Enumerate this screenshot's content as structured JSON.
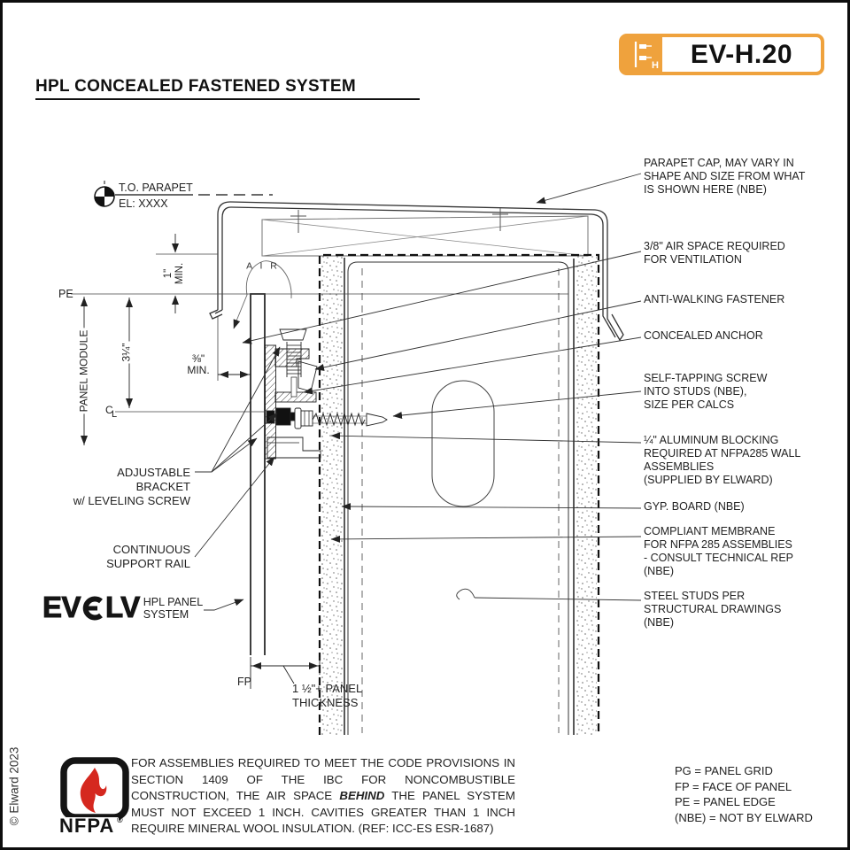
{
  "badge": {
    "code": "EV-H.20",
    "icon_letter": "H"
  },
  "title": "HPL CONCEALED FASTENED SYSTEM",
  "copyright": "© Elward 2023",
  "drawing": {
    "datum": {
      "line1": "T.O. PARAPET",
      "line2": "EL: XXXX"
    },
    "labels": {
      "air": "A I R",
      "pe": "PE",
      "fp": "FP",
      "panel_module": "PANEL MODULE",
      "dim_3quarter": "3¼\"",
      "dim_1min_l1": "1\"",
      "dim_1min_l2": "MIN.",
      "dim_38_l1": "⅜\"",
      "dim_38_l2": "MIN.",
      "centerline_c": "C",
      "centerline_l": "L",
      "thickness_l1": "1 ½\"+ PANEL",
      "thickness_l2": "THICKNESS"
    },
    "left_callouts": {
      "bracket_l1": "ADJUSTABLE BRACKET",
      "bracket_l2": "w/ LEVELING SCREW",
      "rail_l1": "CONTINUOUS",
      "rail_l2": "SUPPORT RAIL"
    },
    "right_callouts": [
      {
        "lines": [
          "PARAPET CAP, MAY VARY IN",
          "SHAPE AND SIZE FROM WHAT",
          "IS SHOWN HERE (NBE)"
        ]
      },
      {
        "lines": [
          "3/8\" AIR SPACE REQUIRED",
          "FOR VENTILATION"
        ]
      },
      {
        "lines": [
          "ANTI-WALKING FASTENER"
        ]
      },
      {
        "lines": [
          "CONCEALED ANCHOR"
        ]
      },
      {
        "lines": [
          "SELF-TAPPING SCREW",
          "INTO STUDS (NBE),",
          "SIZE PER CALCS"
        ]
      },
      {
        "lines": [
          "¼\" ALUMINUM BLOCKING",
          "REQUIRED AT NFPA285 WALL",
          "ASSEMBLIES",
          "(SUPPLIED BY ELWARD)"
        ]
      },
      {
        "lines": [
          "GYP. BOARD (NBE)"
        ]
      },
      {
        "lines": [
          "COMPLIANT MEMBRANE",
          "FOR NFPA 285 ASSEMBLIES",
          "- CONSULT TECHNICAL REP",
          "(NBE)"
        ]
      },
      {
        "lines": [
          "STEEL STUDS PER",
          "STRUCTURAL DRAWINGS",
          "(NBE)"
        ]
      }
    ]
  },
  "logo": {
    "ev": "EV",
    "lv": "LV",
    "sub1": "HPL PANEL",
    "sub2": "SYSTEM"
  },
  "footer": {
    "nfpa": "NFPA",
    "reg": "®",
    "para_before": "FOR ASSEMBLIES REQUIRED TO MEET THE CODE PROVISIONS IN SECTION 1409 OF THE IBC FOR NONCOMBUSTIBLE CONSTRUCTION, THE AIR SPACE ",
    "para_bold": "BEHIND",
    "para_after": " THE PANEL SYSTEM MUST NOT EXCEED 1 INCH. CAVITIES GREATER THAN 1 INCH REQUIRE MINERAL WOOL INSULATION. (REF: ICC-ES ESR-1687)",
    "legend": [
      "PG = PANEL GRID",
      "FP = FACE OF PANEL",
      "PE = PANEL EDGE",
      "(NBE) = NOT BY ELWARD"
    ]
  }
}
